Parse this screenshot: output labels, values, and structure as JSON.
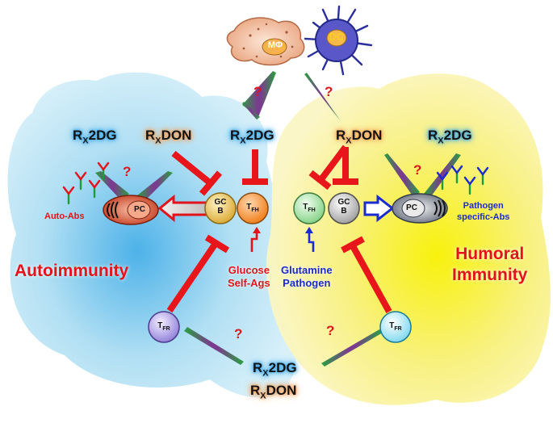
{
  "top_cells": {
    "macrophage": "MΦ",
    "dendritic": "DC"
  },
  "drugs": {
    "left_2dg": "2DG",
    "left_don": "DON",
    "center_2dg": "2DG",
    "center_don": "DON",
    "right_2dg": "2DG",
    "bottom_2dg": "2DG",
    "bottom_don": "DON",
    "rx_prefix": "R",
    "rx_sub": "X"
  },
  "question_mark": "?",
  "left": {
    "auto_abs": "Auto-Abs",
    "pc": "PC",
    "gc": "GC",
    "gc_b": "B",
    "tfh_main": "T",
    "tfh_sub": "FH",
    "tfr_main": "T",
    "tfr_sub": "FR",
    "title": "Autoimmunity",
    "stim_line1": "Glucose",
    "stim_line2": "Self-Ags"
  },
  "right": {
    "pathogen_abs_line1": "Pathogen",
    "pathogen_abs_line2": "specific-Abs",
    "pc": "PC",
    "gc": "GC",
    "gc_b": "B",
    "tfh_main": "T",
    "tfh_sub": "FH",
    "tfr_main": "T",
    "tfr_sub": "FR",
    "title_line1": "Humoral",
    "title_line2": "Immunity",
    "stim_line1": "Glutamine",
    "stim_line2": "Pathogen"
  },
  "colors": {
    "inhibit": "#e8151b",
    "blue_arrow": "#1a2bd1",
    "left_bg": "#a8dcf0",
    "right_bg": "#f8f08a",
    "green": "#1e9b3a",
    "purple": "#8a3c9c"
  }
}
